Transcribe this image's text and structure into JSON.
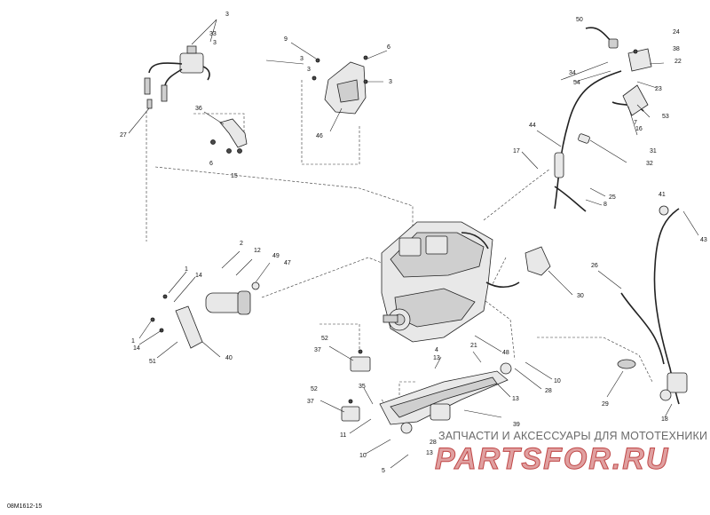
{
  "document_code": "08M1612-15",
  "watermark": {
    "caption": "ЗАПЧАСТИ И АКСЕССУАРЫ ДЛЯ МОТОТЕХНИКИ",
    "logo_text": "PARTSFOR.RU",
    "colors": {
      "logo": "#e0a0a0",
      "logo_outline": "#c04848"
    }
  },
  "callouts": {
    "c3a": "3",
    "c33": "33",
    "c3b": "3",
    "c27": "27",
    "c36": "36",
    "c6a": "6",
    "c15": "15",
    "c9": "9",
    "c6b": "6",
    "c3c": "3",
    "c3d": "3",
    "c3e": "3",
    "c46": "46",
    "c50": "50",
    "c24": "24",
    "c38": "38",
    "c34": "34",
    "c22": "22",
    "c54": "54",
    "c23": "23",
    "c7": "7",
    "c16": "16",
    "c53": "53",
    "c31": "31",
    "c32": "32",
    "c44": "44",
    "c17": "17",
    "c25": "25",
    "c8": "8",
    "c41": "41",
    "c43": "43",
    "c2": "2",
    "c12": "12",
    "c49": "49",
    "c47": "47",
    "c1a": "1",
    "c14a": "14",
    "c1b": "1",
    "c14b": "14",
    "c51": "51",
    "c40": "40",
    "c26": "26",
    "c30": "30",
    "c52a": "52",
    "c37a": "37",
    "c4": "4",
    "c13a": "13",
    "c21": "21",
    "c48": "48",
    "c10a": "10",
    "c28a": "28",
    "c13b": "13",
    "c52b": "52",
    "c37b": "37",
    "c35": "35",
    "c39": "39",
    "c29": "29",
    "c18": "18",
    "c11": "11",
    "c28b": "28",
    "c10b": "10",
    "c13c": "13",
    "c5": "5"
  }
}
